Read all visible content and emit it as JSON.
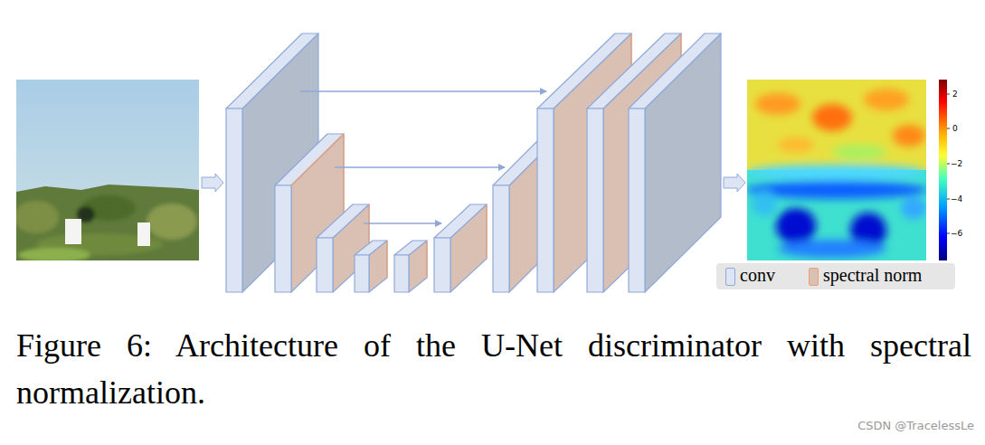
{
  "diagram": {
    "caption": "Figure 6:  Architecture of the U-Net discriminator with spectral normalization.",
    "labels": [
      "2",
      "0",
      "−2",
      "−4",
      "−6",
      "CSDN @TracelessLe"
    ],
    "legend": [
      {
        "text": "conv",
        "color": "#dde5f5"
      },
      {
        "text": "spectral norm",
        "color": "#d9c0b2"
      }
    ]
  }
}
